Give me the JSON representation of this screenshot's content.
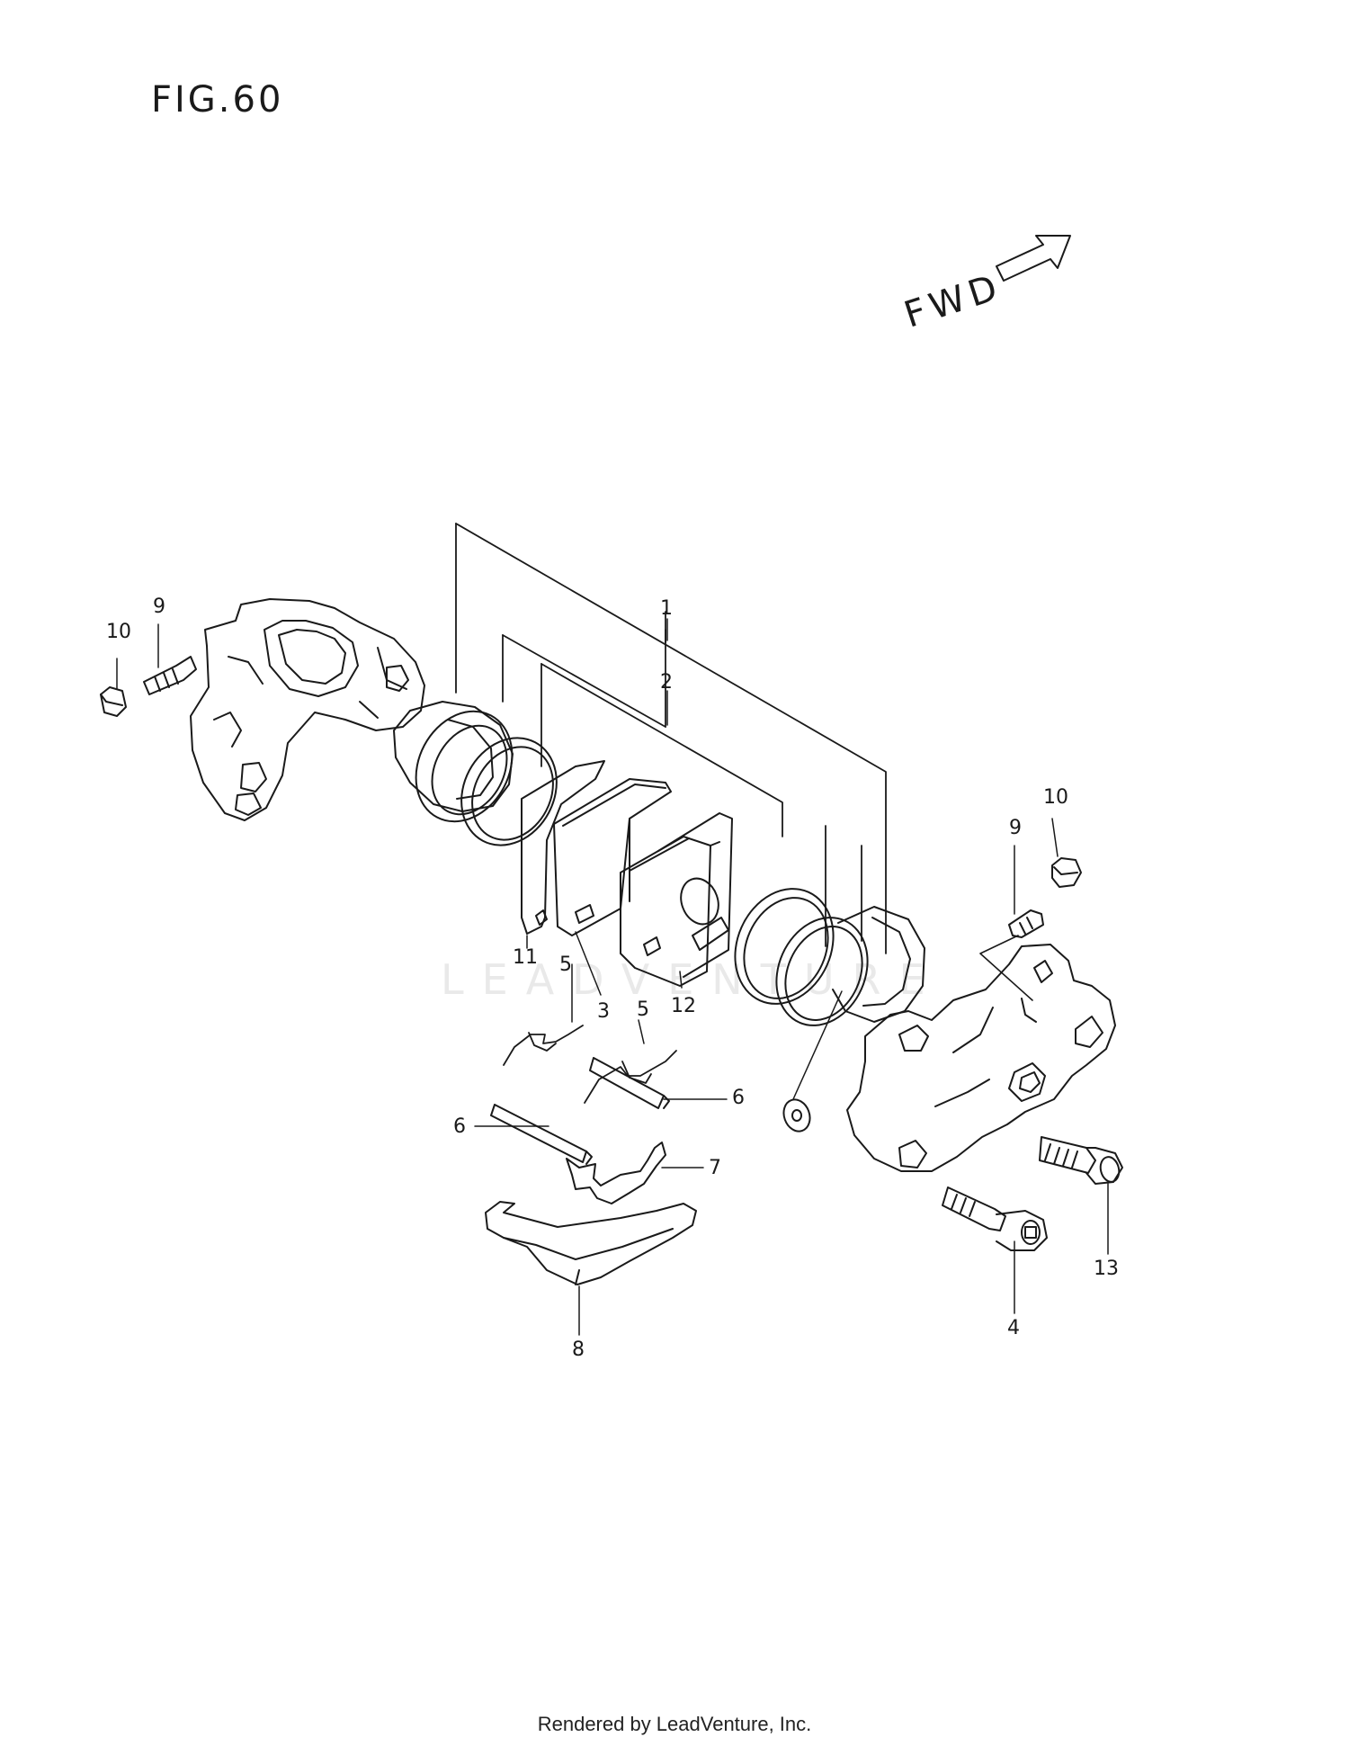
{
  "figure_label": "FIG.60",
  "direction_label": "FWD",
  "watermark": "LEADVENTURE",
  "footer_credit": "Rendered by LeadVenture, Inc.",
  "callouts": {
    "c1": "1",
    "c2": "2",
    "c3": "3",
    "c4": "4",
    "c5a": "5",
    "c5b": "5",
    "c6a": "6",
    "c6b": "6",
    "c7": "7",
    "c8": "8",
    "c9a": "9",
    "c9b": "9",
    "c10a": "10",
    "c10b": "10",
    "c11": "11",
    "c12": "12",
    "c13": "13"
  }
}
